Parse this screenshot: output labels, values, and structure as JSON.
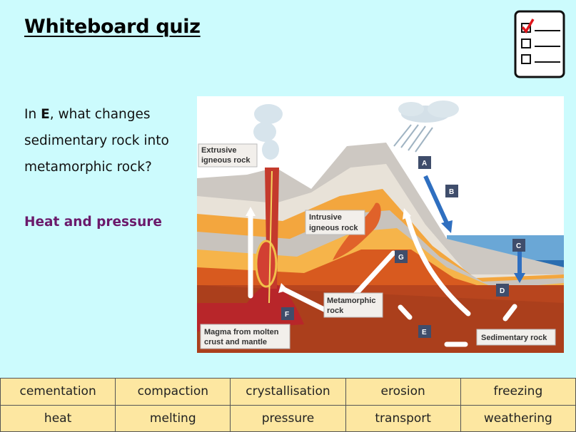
{
  "title": "Whiteboard quiz",
  "question": {
    "prefix": "In ",
    "letter": "E",
    "rest": ", what changes sedimentary rock into metamorphic rock?"
  },
  "answer": "Heat and pressure",
  "diagram": {
    "labels": {
      "extrusive_1": "Extrusive",
      "extrusive_2": "igneous rock",
      "intrusive_1": "Intrusive",
      "intrusive_2": "igneous rock",
      "metamorphic_1": "Metamorphic",
      "metamorphic_2": "rock",
      "magma_1": "Magma from molten",
      "magma_2": "crust and mantle",
      "sedimentary": "Sedimentary rock"
    },
    "badges": {
      "a": "A",
      "b": "B",
      "c": "C",
      "d": "D",
      "e": "E",
      "f": "F",
      "g": "G"
    }
  },
  "word_bank": [
    [
      "cementation",
      "compaction",
      "crystallisation",
      "erosion",
      "freezing"
    ],
    [
      "heat",
      "melting",
      "pressure",
      "transport",
      "weathering"
    ]
  ],
  "colors": {
    "background": "#ccfbfd",
    "answer": "#6b1a6b",
    "word_bank_fill": "#fde7a1"
  },
  "icons": [
    "checklist-icon",
    "checkmark-icon"
  ]
}
